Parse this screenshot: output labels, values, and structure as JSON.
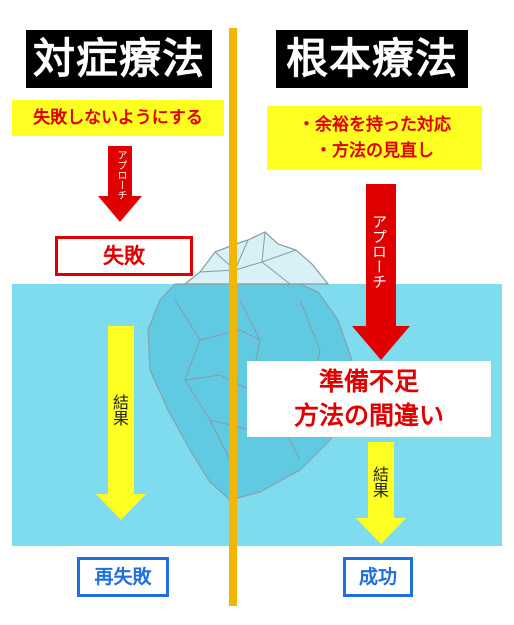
{
  "left": {
    "title": "対症療法",
    "goal": "失敗しないようにする",
    "arrow_label": "アプローチ",
    "failure": "失敗",
    "result_label": "結果",
    "outcome": "再失敗"
  },
  "right": {
    "title": "根本療法",
    "items": [
      "・余裕を持った対応",
      "・方法の見直し"
    ],
    "arrow_label": "アプローチ",
    "causes": [
      "準備不足",
      "方法の間違い"
    ],
    "result_label": "結果",
    "outcome": "成功"
  },
  "colors": {
    "water": "#7fdcef",
    "divider": "#f2b705",
    "red": "#e00000",
    "yellow": "#ffff22",
    "blue": "#1f6fe0"
  }
}
